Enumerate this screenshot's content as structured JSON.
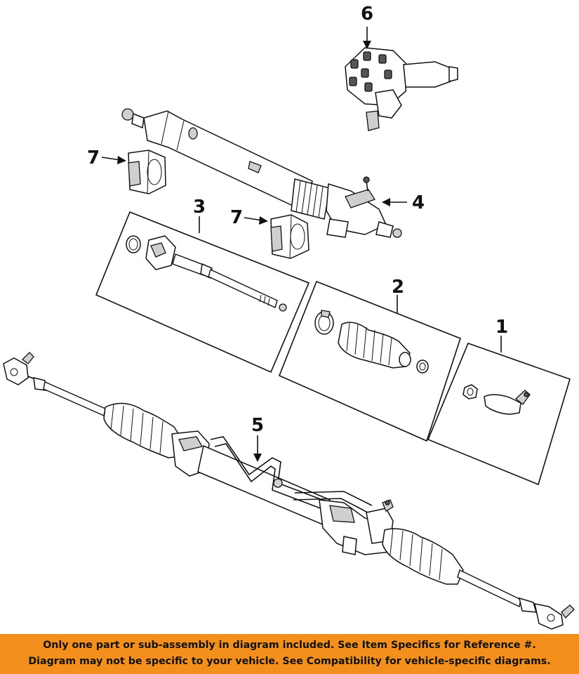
{
  "callouts": {
    "c1": "1",
    "c2": "2",
    "c3": "3",
    "c4": "4",
    "c5": "5",
    "c6": "6",
    "c7a": "7",
    "c7b": "7"
  },
  "notice": {
    "line1": "Only one part or sub-assembly in diagram included. See Item Specifics for Reference #.",
    "line2": "Diagram may not be specific to your vehicle. See Compatibility for vehicle-specific diagrams."
  },
  "colors": {
    "notice_bg": "#f28f1d",
    "ink": "#111111"
  }
}
